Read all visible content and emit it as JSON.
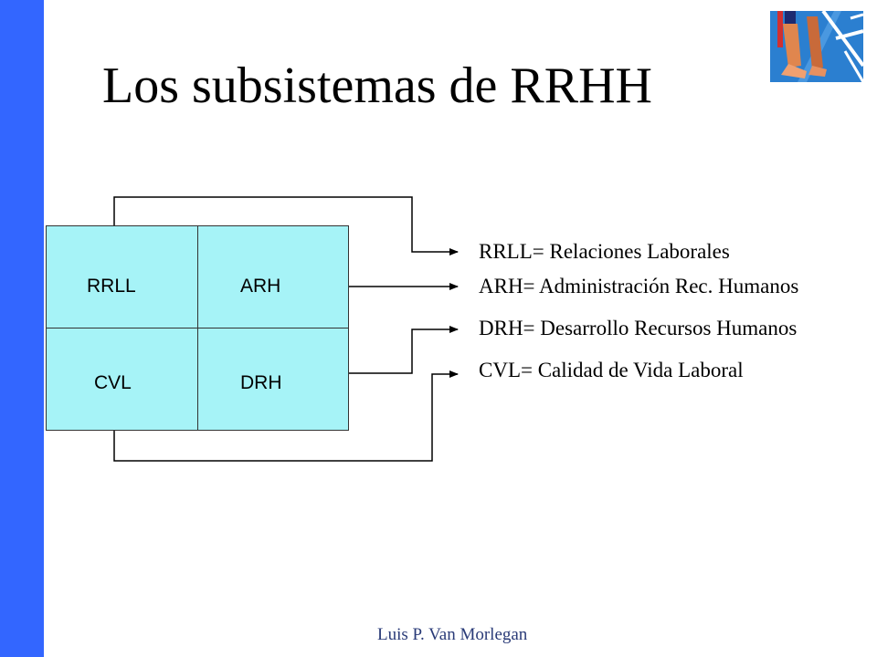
{
  "slide": {
    "title": "Los subsistemas de RRHH",
    "footer": "Luis P. Van Morlegan"
  },
  "grid": {
    "cells": [
      {
        "label": "RRLL"
      },
      {
        "label": "ARH"
      },
      {
        "label": "CVL"
      },
      {
        "label": "DRH"
      }
    ]
  },
  "legend": {
    "items": [
      {
        "text": "RRLL= Relaciones Laborales"
      },
      {
        "text": "ARH= Administración Rec. Humanos"
      },
      {
        "text": "DRH= Desarrollo Recursos Humanos"
      },
      {
        "text": "CVL= Calidad de Vida Laboral"
      }
    ]
  },
  "colors": {
    "accent_bar": "#3366ff",
    "grid_fill": "#a6f3f7",
    "footer_text": "#2a3b78"
  },
  "decoration": {
    "photo_icon": "athlete-starting-blocks-icon"
  }
}
